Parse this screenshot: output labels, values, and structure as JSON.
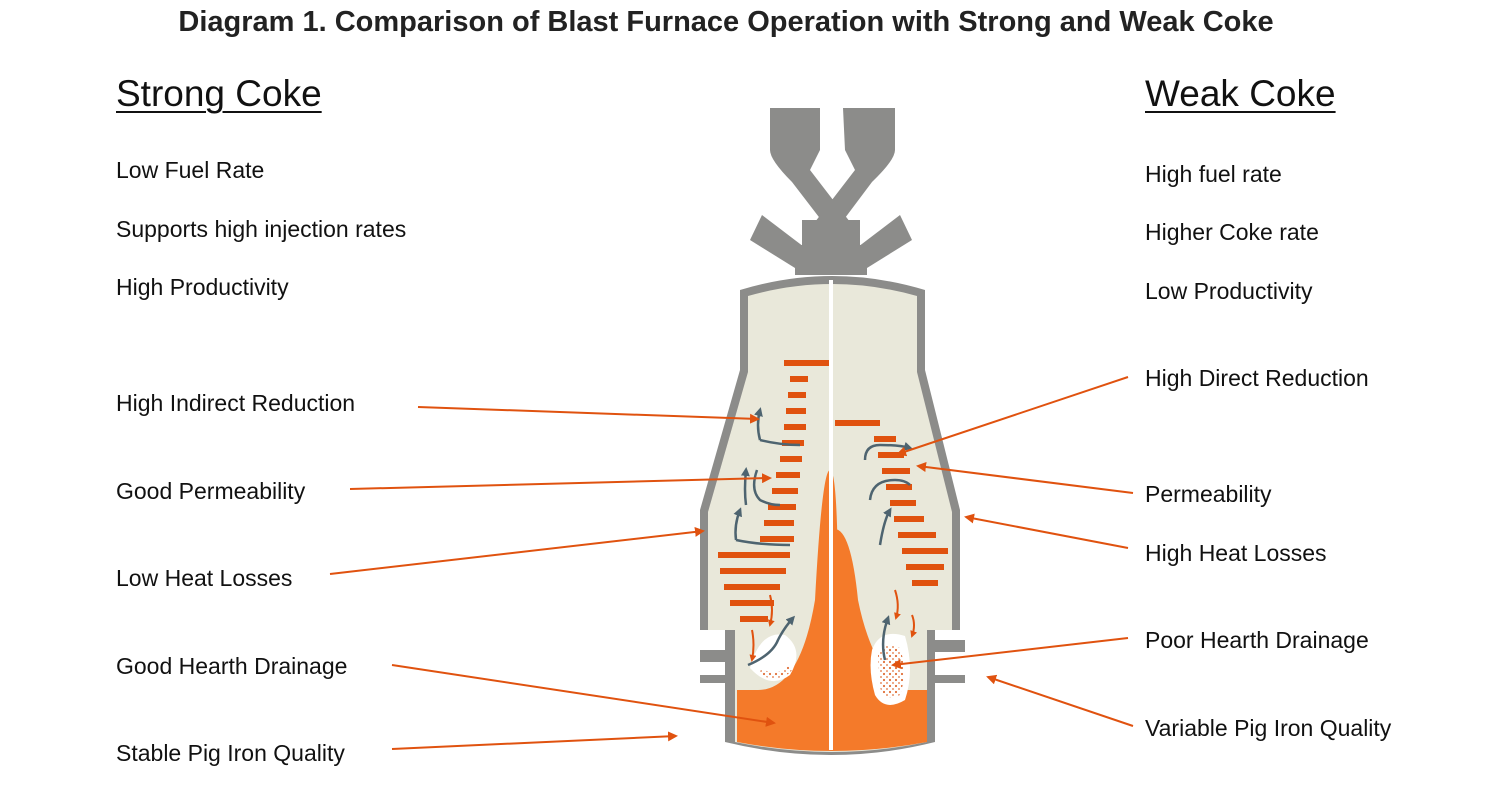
{
  "title": "Diagram 1. Comparison of Blast Furnace Operation with Strong and Weak Coke",
  "strong": {
    "heading": "Strong Coke",
    "items": [
      "Low Fuel Rate",
      "Supports high injection rates",
      "High Productivity",
      "High Indirect Reduction",
      "Good Permeability",
      "Low Heat Losses",
      "Good Hearth Drainage",
      "Stable Pig Iron Quality"
    ]
  },
  "weak": {
    "heading": "Weak Coke",
    "items": [
      "High fuel rate",
      "Higher Coke rate",
      "Low Productivity",
      "High Direct Reduction",
      "Permeability",
      "High Heat Losses",
      "Poor Hearth Drainage",
      "Variable Pig Iron Quality"
    ]
  },
  "colors": {
    "arrow": "#E0520F",
    "molten": "#F47A2A",
    "shell": "#8C8C8A",
    "interior": "#E9E8DA",
    "gas_flow": "#4E6470"
  }
}
